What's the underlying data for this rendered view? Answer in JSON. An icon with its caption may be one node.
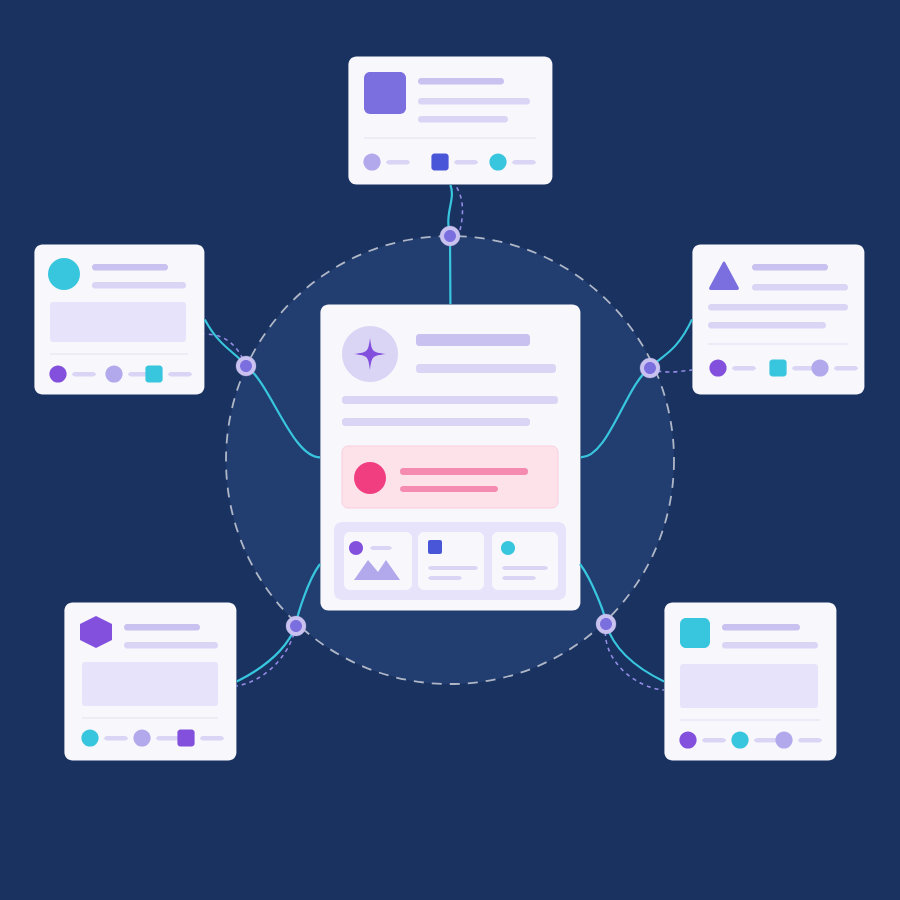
{
  "diagram": {
    "nodes": [
      {
        "text": [],
        "shape": "box"
      },
      {
        "text": [],
        "shape": "box"
      },
      {
        "text": [],
        "shape": "box"
      },
      {
        "text": [],
        "shape": "box"
      },
      {
        "text": [],
        "shape": "box"
      },
      {
        "text": [],
        "shape": "box"
      }
    ],
    "edges": [
      {
        "from": 3,
        "to": 0,
        "arrow": "none"
      },
      {
        "from": 3,
        "to": 1,
        "arrow": "none"
      },
      {
        "from": 3,
        "to": 2,
        "arrow": "none"
      },
      {
        "from": 3,
        "to": 4,
        "arrow": "none"
      },
      {
        "from": 3,
        "to": 5,
        "arrow": "none"
      }
    ]
  }
}
